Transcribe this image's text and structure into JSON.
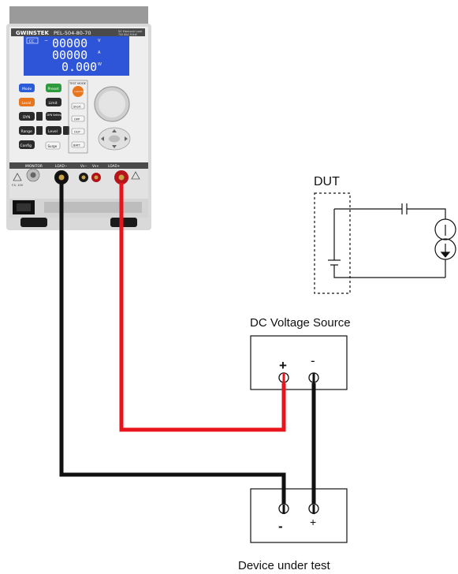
{
  "instrument": {
    "brand": "GWINSTEK",
    "model": "PEL-504-80-70",
    "subtitle_line1": "DC Electronic Load",
    "subtitle_line2": "70V  80A  504W",
    "lcd": {
      "mode_tag": "CC",
      "rows": [
        {
          "value": "00000",
          "unit": "V"
        },
        {
          "value": "00000",
          "unit": "A"
        },
        {
          "value": "0.000",
          "unit": "W"
        }
      ]
    },
    "buttons": {
      "mode": "Mode",
      "preset": "Preset",
      "local": "Local",
      "limit": "Limit",
      "dyn": "DYN",
      "dyn_setting": "DYN Setting",
      "range": "Range",
      "level": "Level",
      "config": "Config",
      "surge": "Surge",
      "test_mode": "TEST MODE",
      "short": "Short",
      "opp": "OPP",
      "ocp": "OCP",
      "batt": "BATT",
      "load_onoff": "Load On/Off"
    },
    "terminals": {
      "imonitor": "IMONITOR",
      "load_minus": "LOAD−",
      "vs_minus": "Vs−",
      "vs_plus": "Vs+",
      "load_plus": "LOAD+",
      "rating": "F.S. 10V"
    }
  },
  "dut_label": "DUT",
  "dc_source": {
    "title": "DC Voltage Source",
    "plus": "+",
    "minus": "-"
  },
  "device_under_test": {
    "title": "Device under test",
    "minus": "-",
    "plus": "+"
  },
  "colors": {
    "red_wire": "#e8141b",
    "black_wire": "#111111",
    "lcd_bg": "#2e55d8",
    "panel": "#e6e6e6"
  }
}
